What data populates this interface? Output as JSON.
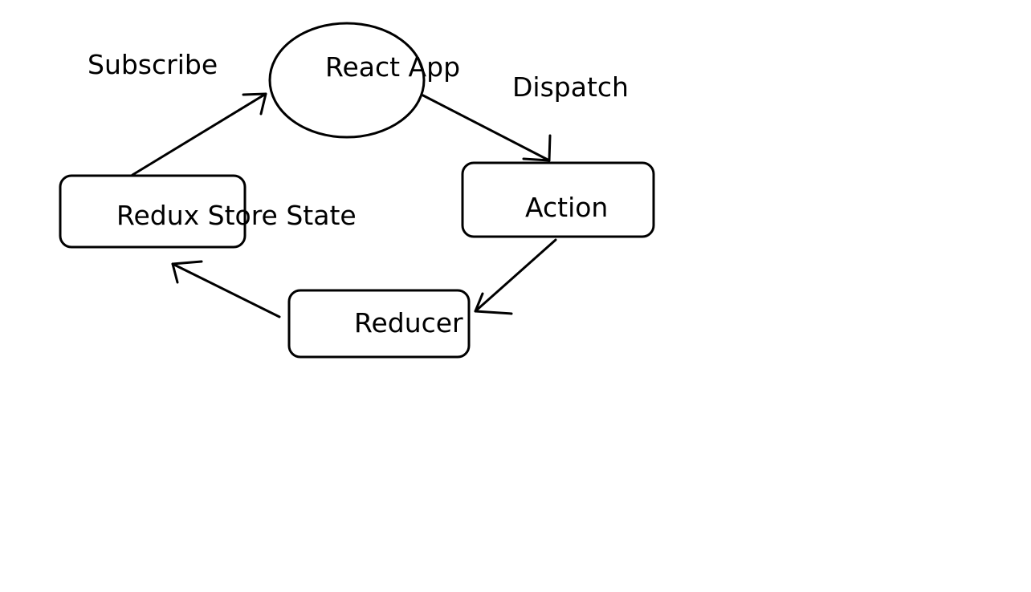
{
  "nodes": {
    "react_app": "React App",
    "action": "Action",
    "reducer": "Reducer",
    "store": "Redux Store State"
  },
  "edges": {
    "subscribe": "Subscribe",
    "dispatch": "Dispatch"
  },
  "colors": {
    "ink": "#000000",
    "background": "#ffffff"
  }
}
